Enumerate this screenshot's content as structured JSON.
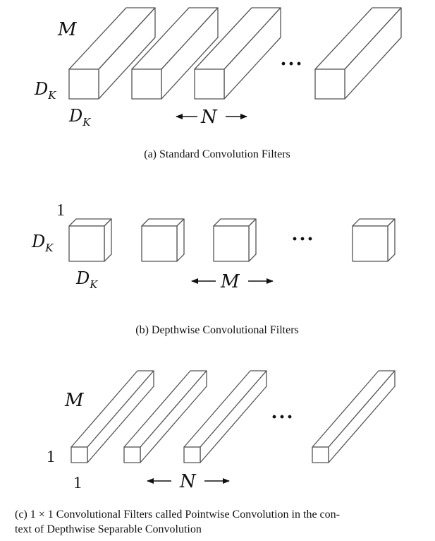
{
  "panel_a": {
    "depth_label": "M",
    "height_label_main": "D",
    "height_label_sub": "K",
    "width_label_main": "D",
    "width_label_sub": "K",
    "count_label": "N",
    "ellipsis": "···",
    "caption": "(a)  Standard Convolution Filters"
  },
  "panel_b": {
    "depth_label": "1",
    "height_label_main": "D",
    "height_label_sub": "K",
    "width_label_main": "D",
    "width_label_sub": "K",
    "count_label": "M",
    "ellipsis": "···",
    "caption": "(b)  Depthwise Convolutional Filters"
  },
  "panel_c": {
    "depth_label": "M",
    "height_label": "1",
    "width_label": "1",
    "count_label": "N",
    "ellipsis": "···",
    "caption_line1": "(c)  1 × 1 Convolutional Filters called Pointwise Convolution in the con-",
    "caption_line2": "text of Depthwise Separable Convolution"
  },
  "colors": {
    "stroke": "#555555",
    "text": "#111111"
  }
}
